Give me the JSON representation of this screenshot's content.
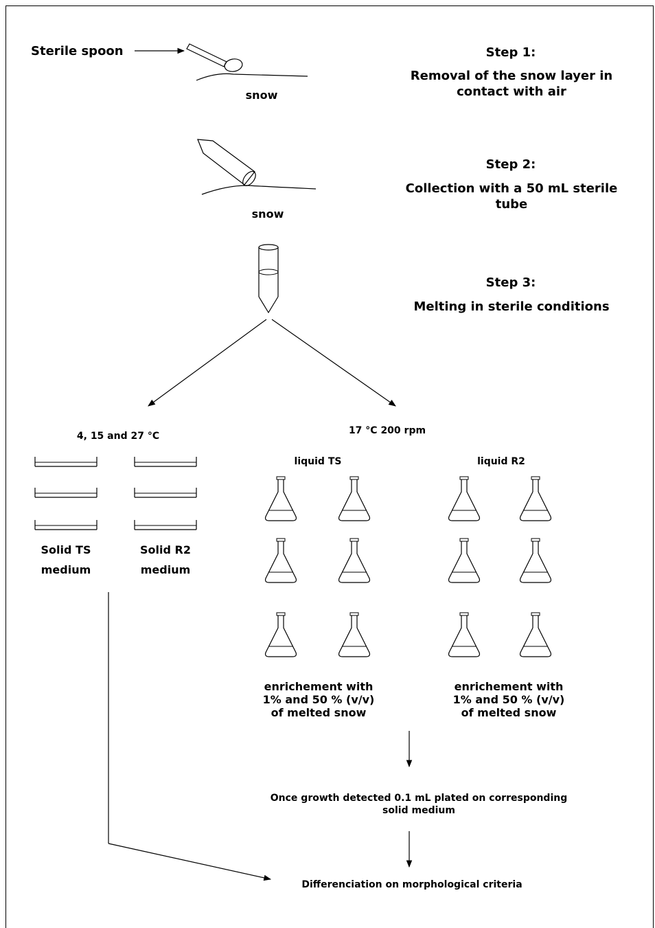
{
  "labels": {
    "sterile_spoon": "Sterile spoon",
    "snow1": "snow",
    "snow2": "snow"
  },
  "steps": [
    {
      "title": "Step 1:",
      "text1": "Removal of the snow layer in",
      "text2": "contact with air"
    },
    {
      "title": "Step 2:",
      "text1": "Collection with a 50 mL sterile",
      "text2": "tube"
    },
    {
      "title": "Step 3:",
      "text1": "Melting in sterile conditions"
    }
  ],
  "left_branch": {
    "temp": "4, 15 and 27 °C",
    "plate_ts_line1": "Solid TS",
    "plate_ts_line2": "medium",
    "plate_r2_line1": "Solid R2",
    "plate_r2_line2": "medium"
  },
  "right_branch": {
    "condition": "17 °C 200 rpm",
    "liquid_ts": "liquid TS",
    "liquid_r2": "liquid R2",
    "enrich_ts": [
      "enrichement with",
      "1% and 50 % (v/v)",
      "of melted snow"
    ],
    "enrich_r2": [
      "enrichement with",
      "1% and 50 % (v/v)",
      "of melted snow"
    ],
    "plating": [
      "Once growth detected 0.1 mL plated on corresponding",
      "solid medium"
    ]
  },
  "final": "Differenciation on morphological criteria"
}
